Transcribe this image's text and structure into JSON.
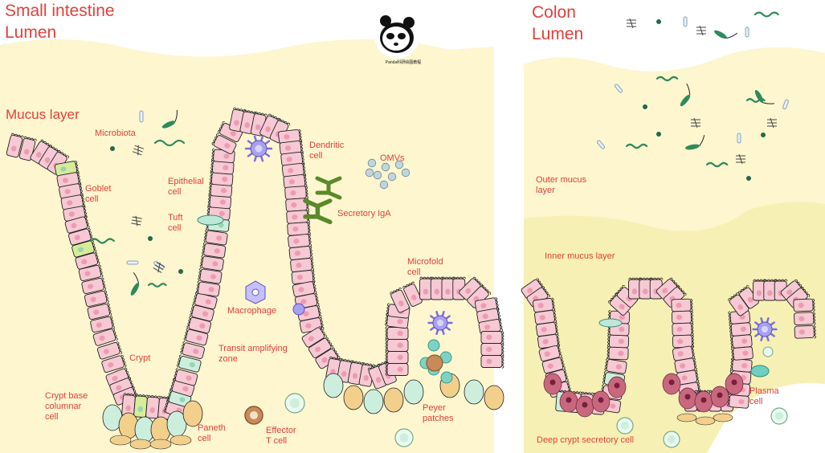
{
  "colors": {
    "mucus": "#fdf6cf",
    "inner_mucus": "#f6f0b4",
    "epithelial_cell": "#f6c9d4",
    "epithelial_nucleus": "#ee9bb0",
    "stem_cell": "#ccefdd",
    "paneth_cell": "#f2d08c",
    "goblet_cell": "#d6ec98",
    "plasma_cell": "#c8687f",
    "dendritic_cell": "#a8a0f0",
    "iga": "#5a8a2a",
    "bacteria": "#2f8a5a",
    "label": "#e0403a"
  },
  "logo": {
    "caption": "Panda科研绘图教程",
    "icon": "panda-icon"
  },
  "small_intestine": {
    "title": "Small intestine\nLumen",
    "mucus_label": "Mucus layer",
    "labels": {
      "microbiota": "Microbiota",
      "goblet": "Goblet\ncell",
      "epithelial": "Epithelial\ncell",
      "tuft": "Tuft\ncell",
      "dendritic": "Dendritic\ncell",
      "omvs": "OMVs",
      "iga": "Secretory IgA",
      "macrophage": "Macrophage",
      "crypt": "Crypt",
      "transit": "Transit amplifying\nzone",
      "crypt_base": "Crypt base\ncolumnar\ncell",
      "paneth": "Paneth\ncell",
      "effector": "Effector\nT cell",
      "microfold": "Microfold\ncell",
      "peyer": "Peyer\npatches"
    }
  },
  "colon": {
    "title": "Colon\nLumen",
    "labels": {
      "outer_mucus": "Outer mucus\nlayer",
      "inner_mucus": "Inner mucus layer",
      "plasma": "Plasma\ncell",
      "deep_crypt": "Deep crypt secretory cell"
    }
  }
}
